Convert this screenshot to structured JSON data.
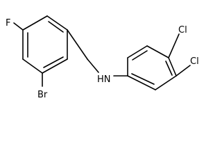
{
  "molecule": {
    "atoms": {
      "fluorine": "F",
      "bromine": "Br",
      "amine": "HN",
      "chlorine_top": "Cl",
      "chlorine_bottom": "Cl"
    }
  }
}
